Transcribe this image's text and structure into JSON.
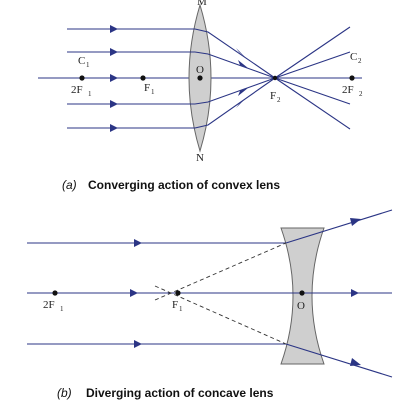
{
  "convex": {
    "label_M": "M",
    "label_N": "N",
    "label_O": "O",
    "label_C1": "C",
    "label_C1_sub": "1",
    "label_2F1": "2F",
    "label_2F1_sub": "1",
    "label_F1": "F",
    "label_F1_sub": "1",
    "label_F2": "F",
    "label_F2_sub": "2",
    "label_C2": "C",
    "label_C2_sub": "2",
    "label_2F2": "2F",
    "label_2F2_sub": "2",
    "caption_prefix": "(a)",
    "caption_text": "Converging action of convex lens"
  },
  "concave": {
    "label_2F1": "2F",
    "label_2F1_sub": "1",
    "label_F1": "F",
    "label_F1_sub": "1",
    "label_O": "O",
    "caption_prefix": "(b)",
    "caption_text": "Diverging action of concave lens"
  },
  "colors": {
    "ray": "#2b3585",
    "lens_fill": "#cfcfcf",
    "lens_stroke": "#666666"
  }
}
